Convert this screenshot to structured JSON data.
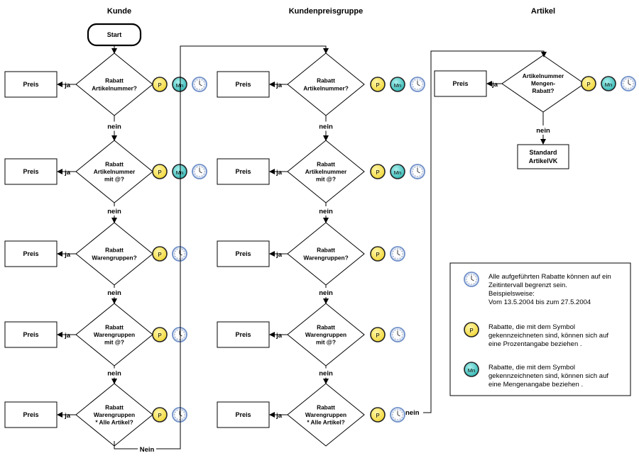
{
  "columns": [
    "Kunde",
    "Kundenpreisgruppe",
    "Artikel"
  ],
  "start_label": "Start",
  "price_label": "Preis",
  "yes_label": "ja",
  "no_label": "nein",
  "no_label_caps": "Nein",
  "decisions": [
    {
      "lines": [
        "Rabatt",
        "Artikelnummer?"
      ],
      "icons": [
        "P",
        "Mn",
        "clock"
      ]
    },
    {
      "lines": [
        "Rabatt",
        "Artikelnummer",
        "mit @?"
      ],
      "icons": [
        "P",
        "Mn",
        "clock"
      ]
    },
    {
      "lines": [
        "Rabatt",
        "Warengruppen?"
      ],
      "icons": [
        "P",
        "clock"
      ]
    },
    {
      "lines": [
        "Rabatt",
        "Warengruppen",
        "mit @?"
      ],
      "icons": [
        "P",
        "clock"
      ]
    },
    {
      "lines": [
        "Rabatt",
        "Warengruppen",
        "* Alle Artikel?"
      ],
      "icons": [
        "P",
        "clock"
      ]
    }
  ],
  "article_decision": {
    "lines": [
      "Artikelnummer",
      "Mengen-",
      "Rabatt?"
    ],
    "icons": [
      "P",
      "Mn",
      "clock"
    ]
  },
  "standard_box": [
    "Standard",
    "ArtikelVK"
  ],
  "icon_letters": {
    "p": "P",
    "mn": "Mn"
  },
  "legend": {
    "clock": [
      "Alle aufgeführten Rabatte können auf ein",
      "Zeitintervall begrenzt sein.",
      "Beispielsweise:",
      "Vom 13.5.2004 bis zum 27.5.2004"
    ],
    "p": [
      "Rabatte, die mit dem Symbol",
      "gekennzeichneten sind, können sich auf",
      "eine Prozentangabe beziehen ."
    ],
    "mn": [
      "Rabatte, die mit dem Symbol",
      "gekennzeichneten sind, können sich auf",
      "eine Mengenangabe beziehen ."
    ]
  },
  "colors": {
    "p_fill": "#f3e04a",
    "mn_fill": "#3fc5c2",
    "clock_ring": "#6f8fc7",
    "line": "#000000"
  }
}
